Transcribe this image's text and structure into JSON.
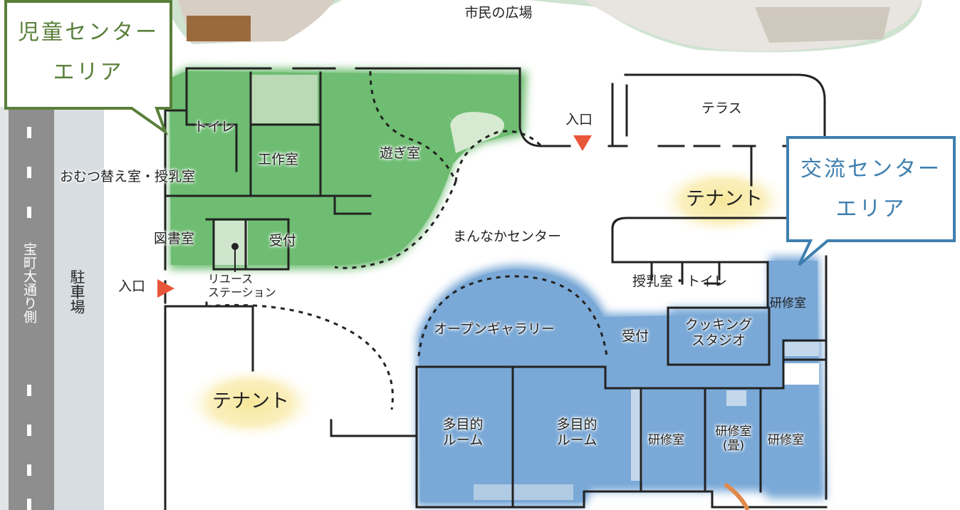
{
  "top_label": "市民の広場",
  "callouts": {
    "children": {
      "line1": "児童センター",
      "line2": "エリア",
      "color": "#5a7f3a"
    },
    "exchange": {
      "line1": "交流センター",
      "line2": "エリア",
      "color": "#3f7fae"
    }
  },
  "side": {
    "street": "宝町大通り側",
    "parking": "駐車場"
  },
  "entrances": {
    "west": "入口",
    "north": "入口"
  },
  "rooms": {
    "toilet": "トイレ",
    "diaper": "おむつ替え室・授乳室",
    "craft": "工作室",
    "play": "遊ぎ室",
    "library": "図書室",
    "reception_children": "受付",
    "reuse": "リユース\nステーション",
    "center_hall": "まんなかセンター",
    "terrace": "テラス",
    "tenant_east": "テナント",
    "nursing_toilet": "授乳室・トイレ",
    "training_a": "研修室",
    "open_gallery": "オープンギャラリー",
    "reception_exchange": "受付",
    "cooking": "クッキング\nスタジオ",
    "tenant_west": "テナント",
    "multi1": "多目的\nルーム",
    "multi2": "多目的\nルーム",
    "training_b": "研修室",
    "training_tatami": "研修室\n(畳)",
    "training_c": "研修室"
  },
  "colors": {
    "green_area": "#6ebd72",
    "blue_area": "#7aa9d7",
    "entrance_arrow": "#e8563a",
    "tenant_glow": "#f7e79a",
    "wall": "#222222"
  }
}
